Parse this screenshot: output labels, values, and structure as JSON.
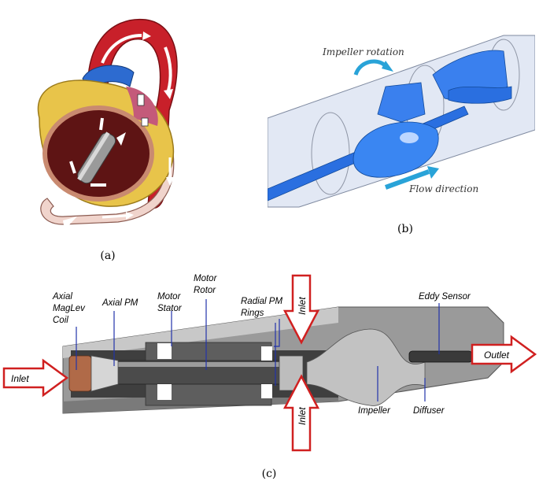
{
  "captions": {
    "a": "(a)",
    "b": "(b)",
    "c": "(c)"
  },
  "panel_b": {
    "impeller_rotation": "Impeller rotation",
    "flow_direction": "Flow direction"
  },
  "panel_c": {
    "axial_maglev_coil_1": "Axial",
    "axial_maglev_coil_2": "MagLev",
    "axial_maglev_coil_3": "Coil",
    "axial_pm": "Axial PM",
    "motor_stator_1": "Motor",
    "motor_stator_2": "Stator",
    "motor_rotor_1": "Motor",
    "motor_rotor_2": "Rotor",
    "radial_pm_1": "Radial PM",
    "radial_pm_2": "Rings",
    "eddy_sensor": "Eddy Sensor",
    "impeller": "Impeller",
    "diffuser": "Diffuser",
    "inlet_left": "Inlet",
    "inlet_top": "Inlet",
    "inlet_bottom": "Inlet",
    "outlet": "Outlet"
  },
  "colors": {
    "aorta_red": "#c8202a",
    "heart_yellow": "#e8c44a",
    "pump_blue": "#2a6fe0",
    "flow_arrow_blue": "#29a3d8",
    "arrow_outline_red": "#d02020",
    "housing_grey": "#8a8a8a"
  }
}
